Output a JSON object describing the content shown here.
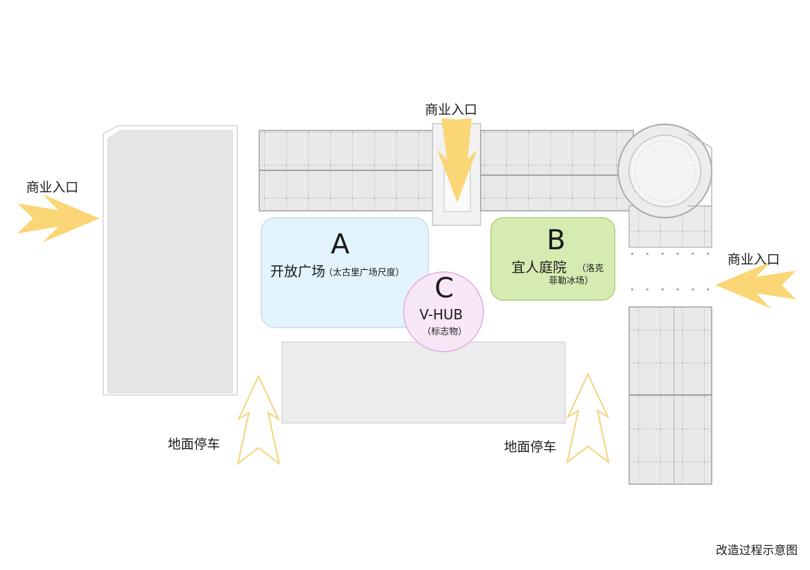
{
  "entrances": {
    "commercial_left": "商业入口",
    "commercial_top": "商业入口",
    "commercial_right": "商业入口"
  },
  "parking": {
    "left": "地面停车",
    "right": "地面停车"
  },
  "zones": {
    "a": {
      "letter": "A",
      "name": "开放广场",
      "note": "（太古里广场尺度）",
      "color": "#e2f3fb",
      "stroke": "#c6dde8"
    },
    "b": {
      "letter": "B",
      "name": "宜人庭院",
      "note_line1": "（洛克",
      "note_line2": "菲勒冰场）",
      "color": "#d6ebb2",
      "stroke": "#a9cf73"
    },
    "c": {
      "letter": "C",
      "name": "V-HUB",
      "note": "（标志物）",
      "color": "#f7e6f6",
      "stroke": "#e0a8dc"
    }
  },
  "arrow_colors": {
    "entrance": "#fbd676",
    "parking_stroke": "#f6d27a"
  },
  "caption": "改造过程示意图"
}
